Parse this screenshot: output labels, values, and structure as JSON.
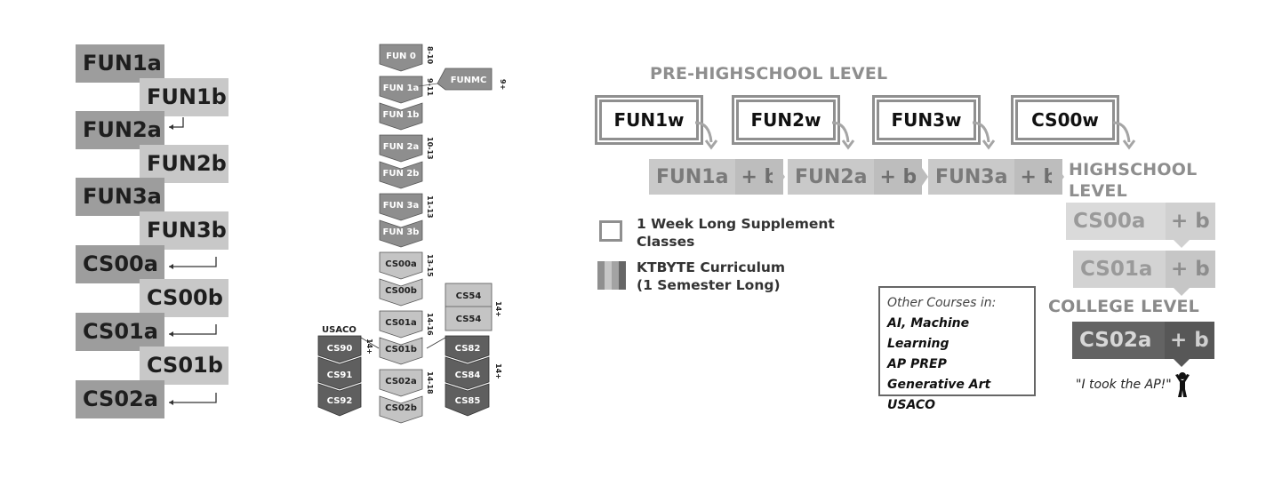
{
  "staircase": {
    "steps": [
      "FUN1a",
      "FUN1b",
      "FUN2a",
      "FUN2b",
      "FUN3a",
      "FUN3b",
      "CS00a",
      "CS00b",
      "CS01a",
      "CS01b",
      "CS02a"
    ]
  },
  "pathway": {
    "main_column": [
      {
        "label": "FUN 0",
        "age": "8-10"
      },
      {
        "label": "FUN 1a",
        "age": "9-11"
      },
      {
        "label": "FUN 1b",
        "age": ""
      },
      {
        "label": "FUN 2a",
        "age": "10-13"
      },
      {
        "label": "FUN 2b",
        "age": ""
      },
      {
        "label": "FUN 3a",
        "age": "11-13"
      },
      {
        "label": "FUN 3b",
        "age": ""
      },
      {
        "label": "CS00a",
        "age": "13-15"
      },
      {
        "label": "CS00b",
        "age": ""
      },
      {
        "label": "CS01a",
        "age": "14-16"
      },
      {
        "label": "CS01b",
        "age": ""
      },
      {
        "label": "CS02a",
        "age": "14-18"
      },
      {
        "label": "CS02b",
        "age": ""
      }
    ],
    "funmc": {
      "label": "FUNMC",
      "age": "9+"
    },
    "cs54": {
      "labels": [
        "CS54",
        "CS54"
      ],
      "age": "14+"
    },
    "usaco": {
      "title": "USACO",
      "labels": [
        "CS90",
        "CS91",
        "CS92"
      ],
      "age": "14+"
    },
    "cs8x": {
      "labels": [
        "CS82",
        "CS84",
        "CS85"
      ],
      "age": "14+"
    }
  },
  "levels": {
    "pre_highschool_title": "PRE-HIGHSCHOOL LEVEL",
    "week_boxes": [
      "FUN1w",
      "FUN2w",
      "FUN3w",
      "CS00w"
    ],
    "semester_row": [
      {
        "main": "FUN1a",
        "plus": "+ b"
      },
      {
        "main": "FUN2a",
        "plus": "+ b"
      },
      {
        "main": "FUN3a",
        "plus": "+ b"
      }
    ],
    "highschool_title_line1": "HIGHSCHOOL",
    "highschool_title_line2": "LEVEL",
    "highschool": [
      {
        "main": "CS00a",
        "plus": "+ b"
      },
      {
        "main": "CS01a",
        "plus": "+ b"
      }
    ],
    "college_title": "COLLEGE LEVEL",
    "college": {
      "main": "CS02a",
      "plus": "+ b"
    },
    "quote": "\"I took the AP!\""
  },
  "legend": {
    "week_line1": "1 Week Long Supplement",
    "week_line2": "Classes",
    "curriculum_line1": "KTBYTE Curriculum",
    "curriculum_line2": "(1 Semester Long)"
  },
  "other_courses": {
    "header": "Other Courses in:",
    "items": [
      "AI, Machine Learning",
      "AP PREP",
      "Generative Art",
      "USACO"
    ]
  },
  "colors": {
    "dark_step": "#9d9d9d",
    "light_step": "#c8c8c8",
    "pathway_dark": "#5f5f5f",
    "pathway_mid": "#8e8e8e",
    "pathway_light": "#c4c4c4"
  }
}
